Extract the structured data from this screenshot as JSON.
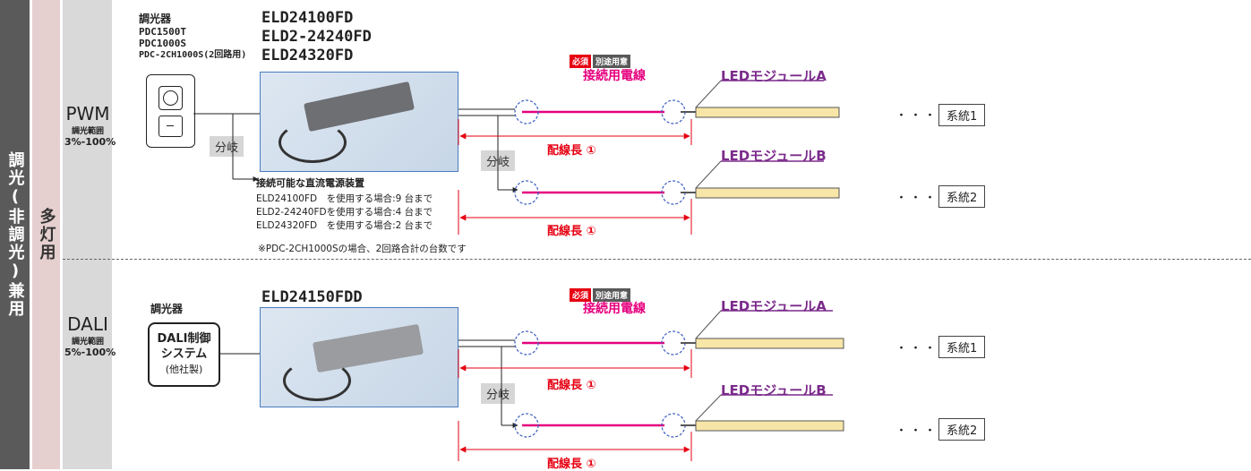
{
  "side_bands": {
    "outer": "調光(非調光)兼用",
    "middle": "多灯用"
  },
  "pwm": {
    "mode": "PWM",
    "range_label": "調光範囲",
    "range": "3%-100%",
    "dimmer_heading": "調光器",
    "dimmer_models": [
      "PDC1500T",
      "PDC1000S",
      "PDC-2CH1000S(2回路用)"
    ],
    "psu_models": [
      "ELD24100FD",
      "ELD2-24240FD",
      "ELD24320FD"
    ],
    "branch": "分岐",
    "branch2": "分岐",
    "connectable_title": "接続可能な直流電源装置",
    "connectable_rows": [
      "ELD24100FD　を使用する場合:9 台まで",
      "ELD2-24240FDを使用する場合:4 台まで",
      "ELD24320FD　を使用する場合:2 台まで"
    ],
    "note": "※PDC-2CH1000Sの場合、2回路合計の台数です",
    "required_tag": "必須",
    "separate_tag": "別途用意",
    "wire_label": "接続用電線",
    "length_label_1": "配線長 ①",
    "length_label_2": "配線長 ①",
    "module_a": "LEDモジュールA",
    "module_b": "LEDモジュールB",
    "dots_1": "・・・・",
    "dots_2": "・・・・",
    "system_1": "系統1",
    "system_2": "系統2"
  },
  "dali": {
    "mode": "DALI",
    "range_label": "調光範囲",
    "range": "5%-100%",
    "dimmer_heading": "調光器",
    "control_line1": "DALI制御",
    "control_line2": "システム",
    "control_line3": "(他社製)",
    "psu_model": "ELD24150FDD",
    "branch": "分岐",
    "required_tag": "必須",
    "separate_tag": "別途用意",
    "wire_label": "接続用電線",
    "length_label_1": "配線長 ①",
    "length_label_2": "配線長 ①",
    "module_a": "LEDモジュールA",
    "module_b": "LEDモジュールB",
    "dots_1": "・・・・",
    "dots_2": "・・・・",
    "system_1": "系統1",
    "system_2": "系統2"
  },
  "colors": {
    "wire": "#e6007e",
    "dimension": "#e60012",
    "led_label": "#7b2a8b",
    "led_strip": "#f7e6a8",
    "psu_border": "#4a7bbf"
  }
}
